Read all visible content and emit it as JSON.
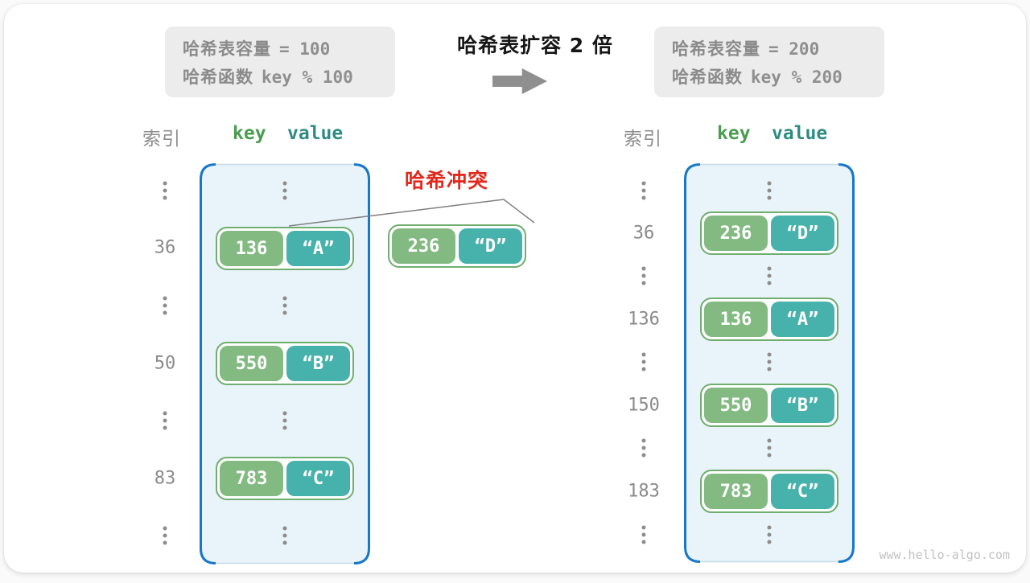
{
  "watermark": "www.hello-algo.com",
  "colors": {
    "key_green": "#83ba82",
    "value_teal": "#47b2ab",
    "pair_border_green": "#6fae6e",
    "container_border_blue": "#1778c8",
    "container_fill": "#e9f3fa",
    "collision_red": "#e2291d",
    "gray_text": "#8a8a8a"
  },
  "top": {
    "before_box": {
      "capacity_label": "哈希表容量",
      "capacity_value": "= 100",
      "function_label": "哈希函数",
      "function_value": "key % 100"
    },
    "title": "哈希表扩容 2 倍",
    "after_box": {
      "capacity_label": "哈希表容量",
      "capacity_value": "= 200",
      "function_label": "哈希函数",
      "function_value": "key % 200"
    }
  },
  "collision_label": "哈希冲突",
  "standalone_pair": {
    "key": "236",
    "value": "“D”"
  },
  "left_table": {
    "headers": {
      "index": "索引",
      "key": "key",
      "value": "value"
    },
    "rows": [
      {
        "index": "36",
        "key": "136",
        "value": "“A”"
      },
      {
        "index": "50",
        "key": "550",
        "value": "“B”"
      },
      {
        "index": "83",
        "key": "783",
        "value": "“C”"
      }
    ]
  },
  "right_table": {
    "headers": {
      "index": "索引",
      "key": "key",
      "value": "value"
    },
    "rows": [
      {
        "index": "36",
        "key": "236",
        "value": "“D”"
      },
      {
        "index": "136",
        "key": "136",
        "value": "“A”"
      },
      {
        "index": "150",
        "key": "550",
        "value": "“B”"
      },
      {
        "index": "183",
        "key": "783",
        "value": "“C”"
      }
    ]
  }
}
